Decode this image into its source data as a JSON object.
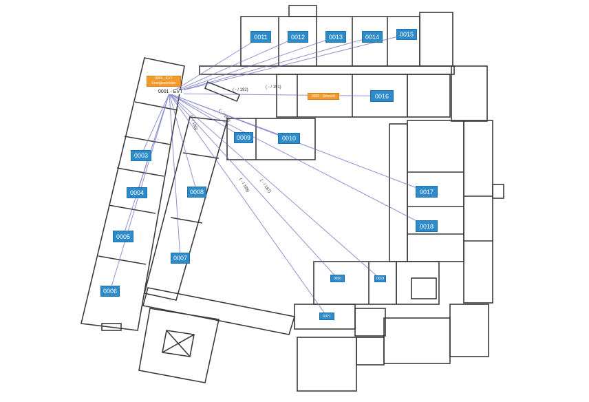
{
  "map": {
    "rooms": [
      {
        "id": "r0011",
        "label": "0011"
      },
      {
        "id": "r0012",
        "label": "0012"
      },
      {
        "id": "r0013",
        "label": "0013"
      },
      {
        "id": "r0014",
        "label": "0014"
      },
      {
        "id": "r0015",
        "label": "0015"
      },
      {
        "id": "r0016",
        "label": "0016"
      },
      {
        "id": "r0003",
        "label": "0003"
      },
      {
        "id": "r0004",
        "label": "0004"
      },
      {
        "id": "r0005",
        "label": "0005"
      },
      {
        "id": "r0006",
        "label": "0006"
      },
      {
        "id": "r0007",
        "label": "0007"
      },
      {
        "id": "r0008",
        "label": "0008"
      },
      {
        "id": "r0009",
        "label": "0009"
      },
      {
        "id": "r0010",
        "label": "0010"
      },
      {
        "id": "r0017",
        "label": "0017"
      },
      {
        "id": "r0018",
        "label": "0018"
      },
      {
        "id": "r0019",
        "label": "0019"
      },
      {
        "id": "r0020",
        "label": "0020"
      },
      {
        "id": "r0021",
        "label": "0021"
      }
    ],
    "source": {
      "line1": "0001 - EVT",
      "line2": "Energieverteiler",
      "ident": "0001 - EVT"
    },
    "secondary_source": {
      "label": "0002 - Schrank"
    },
    "annotations": [
      "( - / 192)",
      "( - / 191)",
      "( - / 190)",
      "( - / 189)",
      "( - / 188)",
      "( - / 187)"
    ],
    "colors": {
      "room_label": "#2e8bc9",
      "source_label": "#f39a2c",
      "connection_line": "#6b6bc4",
      "walls": "#3a3a3a"
    }
  }
}
